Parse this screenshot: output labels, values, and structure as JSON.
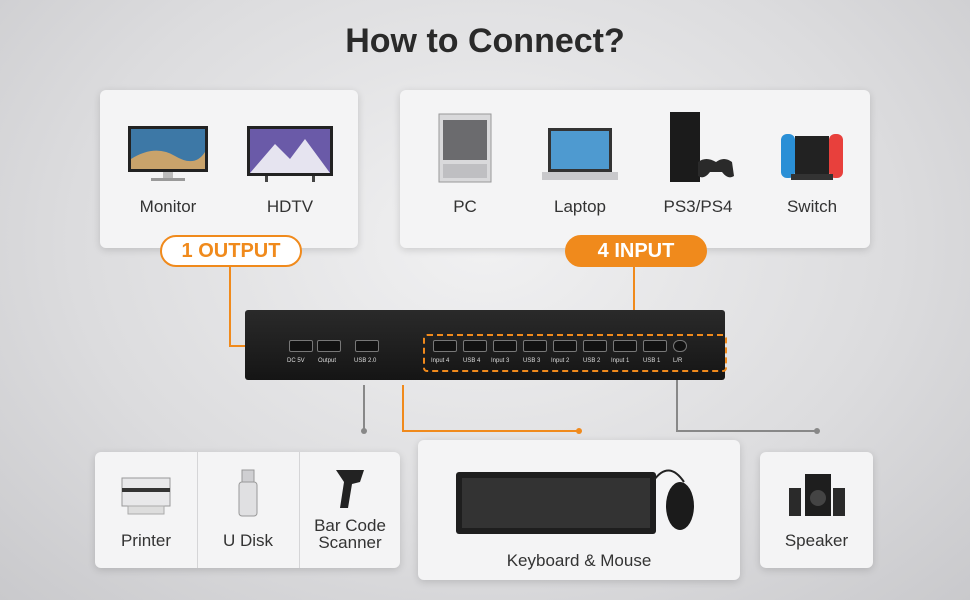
{
  "title": "How to Connect?",
  "output_group": {
    "badge": "1 OUTPUT",
    "devices": [
      {
        "label": "Monitor",
        "icon": "monitor-icon"
      },
      {
        "label": "HDTV",
        "icon": "tv-icon"
      }
    ]
  },
  "input_group": {
    "badge": "4 INPUT",
    "devices": [
      {
        "label": "PC",
        "icon": "pc-tower-icon"
      },
      {
        "label": "Laptop",
        "icon": "laptop-icon"
      },
      {
        "label": "PS3/PS4",
        "icon": "game-console-icon"
      },
      {
        "label": "Switch",
        "icon": "nintendo-switch-icon"
      }
    ]
  },
  "kvm_ports": [
    "DC 5V",
    "Output",
    "USB 2.0",
    "Input 4",
    "USB 4",
    "Input 3",
    "USB 3",
    "Input 2",
    "USB 2",
    "Input 1",
    "USB 1",
    "L/R"
  ],
  "usb_devices": [
    {
      "label": "Printer",
      "icon": "printer-icon"
    },
    {
      "label": "U Disk",
      "icon": "usb-drive-icon"
    },
    {
      "label": "Bar Code Scanner",
      "icon": "barcode-scanner-icon"
    }
  ],
  "peripherals": {
    "label": "Keyboard & Mouse",
    "icon": "keyboard-mouse-icon"
  },
  "audio": {
    "label": "Speaker",
    "icon": "speaker-icon"
  },
  "colors": {
    "accent": "#f08a1c",
    "line_gray": "#888888"
  }
}
